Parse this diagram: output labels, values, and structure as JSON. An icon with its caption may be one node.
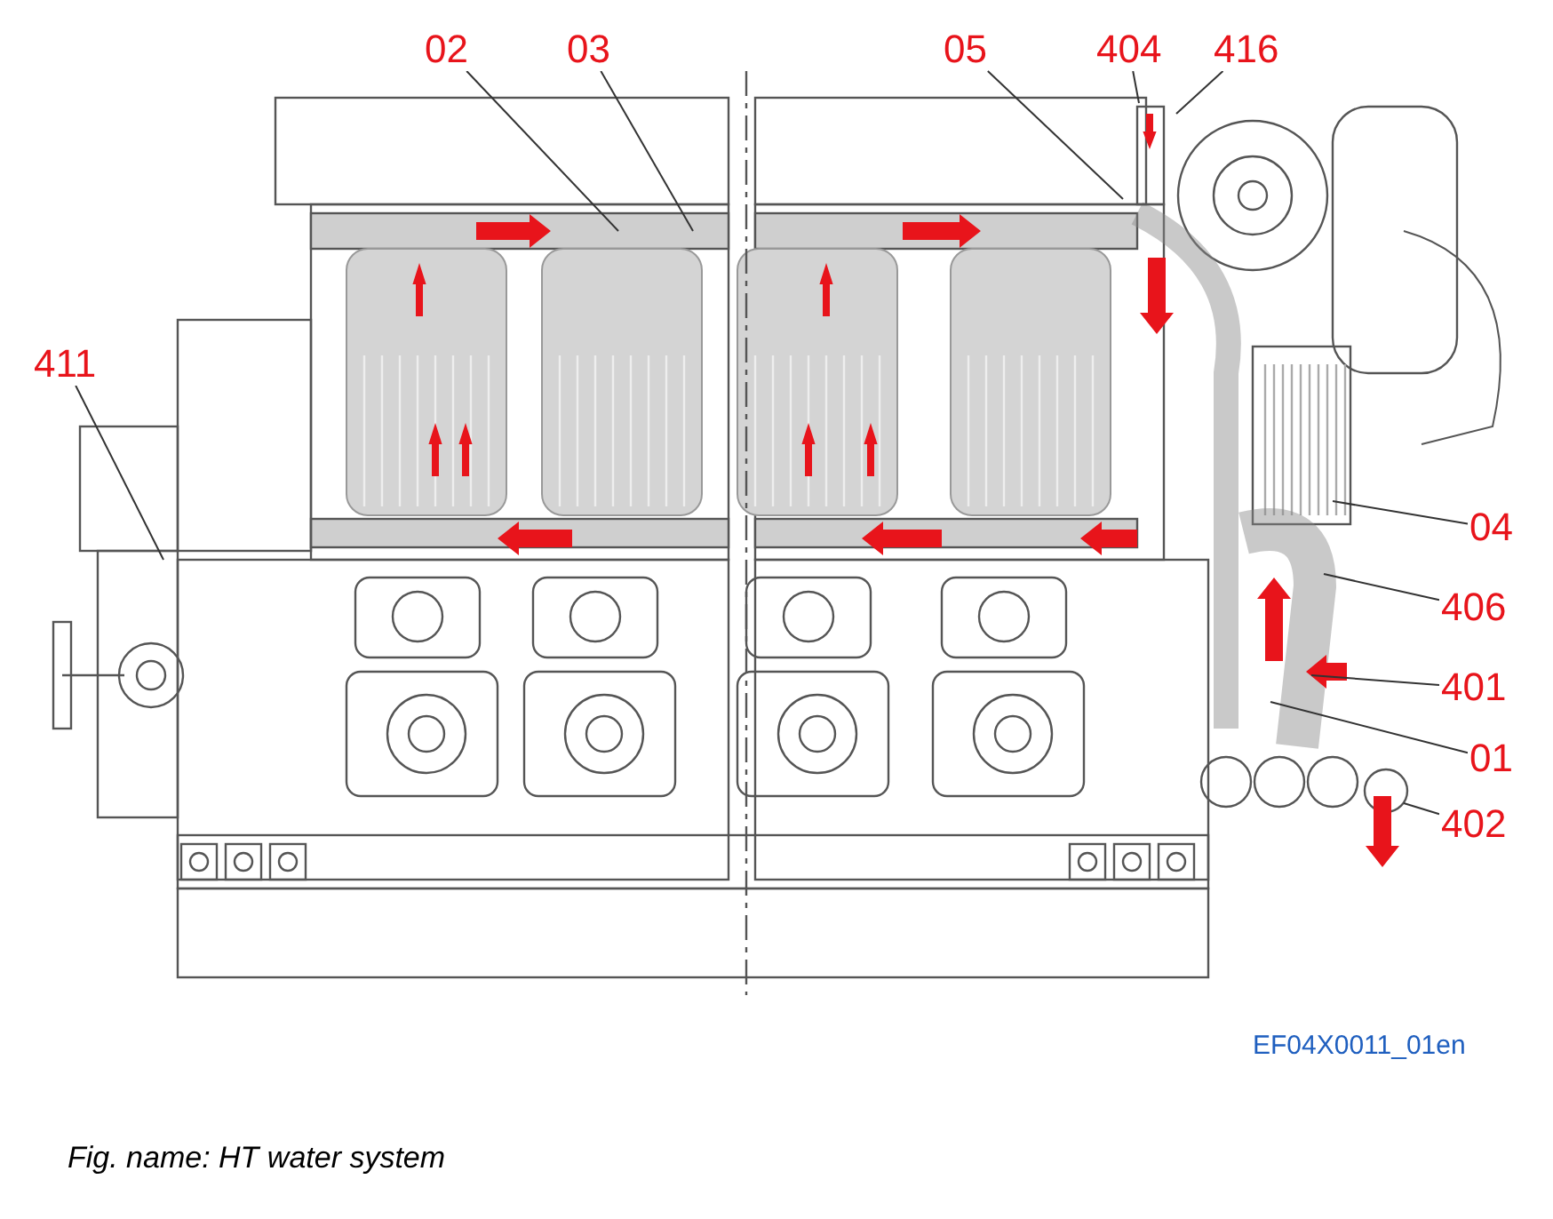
{
  "diagram": {
    "caption": "Fig. name: HT water system",
    "nodes": [
      {
        "text": [
          "02"
        ]
      },
      {
        "text": [
          "03"
        ]
      },
      {
        "text": [
          "05"
        ]
      },
      {
        "text": [
          "404"
        ]
      },
      {
        "text": [
          "416"
        ]
      },
      {
        "text": [
          "411"
        ]
      },
      {
        "text": [
          "04"
        ]
      },
      {
        "text": [
          "406"
        ]
      },
      {
        "text": [
          "401"
        ]
      },
      {
        "text": [
          "01"
        ]
      },
      {
        "text": [
          "402"
        ]
      }
    ],
    "edges": [
      {
        "from": 0,
        "to": null,
        "arrow": "none"
      },
      {
        "from": 1,
        "to": null,
        "arrow": "none"
      },
      {
        "from": 2,
        "to": null,
        "arrow": "none"
      },
      {
        "from": 3,
        "to": null,
        "arrow": "none"
      },
      {
        "from": 4,
        "to": null,
        "arrow": "none"
      },
      {
        "from": 5,
        "to": null,
        "arrow": "none"
      },
      {
        "from": 6,
        "to": null,
        "arrow": "none"
      },
      {
        "from": 7,
        "to": null,
        "arrow": "none"
      },
      {
        "from": 8,
        "to": null,
        "arrow": "none"
      },
      {
        "from": 9,
        "to": null,
        "arrow": "none"
      },
      {
        "from": 10,
        "to": null,
        "arrow": "none"
      }
    ],
    "labels": [
      "EF04X0011_01en"
    ]
  }
}
